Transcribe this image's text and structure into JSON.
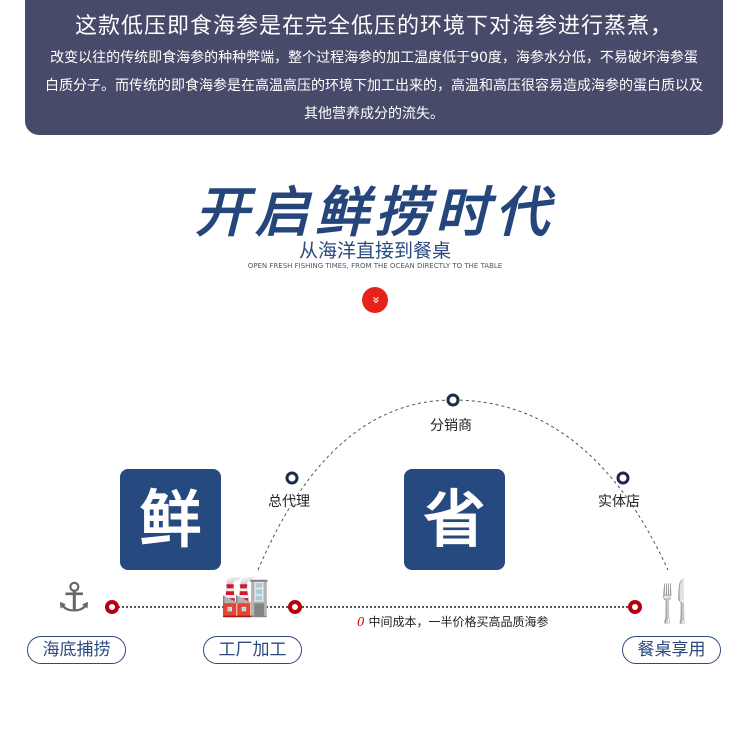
{
  "banner": {
    "line1": "这款低压即食海参是在完全低压的环境下对海参进行蒸煮，",
    "body": "改变以往的传统即食海参的种种弊端，整个过程海参的加工温度低于90度，海参水分低，不易破坏海参蛋白质分子。而传统的即食海参是在高温高压的环境下加工出来的，高温和高压很容易造成海参的蛋白质以及其他营养成分的流失。"
  },
  "title": "开启鲜捞时代",
  "subtitle": "从海洋直接到餐桌",
  "english": "OPEN FRESH FISHING TIMES, FROM THE OCEAN DIRECTLY TO THE TABLE",
  "down_icon": "»",
  "boxes": {
    "fresh": "鲜",
    "save": "省"
  },
  "arc_nodes": {
    "agent": "总代理",
    "distributor": "分销商",
    "store": "实体店"
  },
  "stages": {
    "sea": "海底捕捞",
    "factory": "工厂加工",
    "table": "餐桌享用"
  },
  "note": {
    "zero": "0",
    "text": "中间成本，一半价格买高品质海参"
  },
  "colors": {
    "navy": "#264a80",
    "red": "#c0000f",
    "banner": "#474a68"
  }
}
